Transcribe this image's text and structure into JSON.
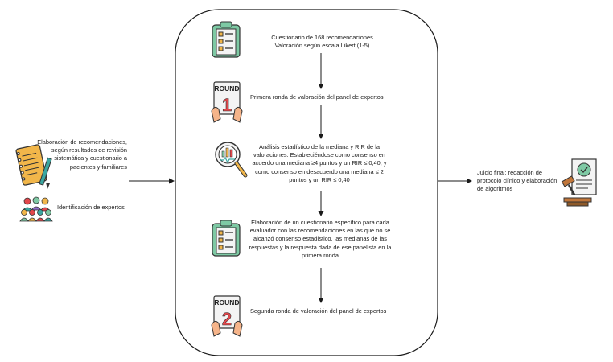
{
  "left": {
    "elaboration": "Elaboración de recomendaciones,\nsegún resultados de revisión\nsistemática y cuestionario a\npacientes y familiares",
    "experts": "Identificación de expertos"
  },
  "steps": {
    "questionnaire": "Cuestionario de 168 recomendaciones\nValoración según escala Likert (1-5)",
    "round1_badge": "ROUND",
    "round1_number": "1",
    "round1": "Primera ronda de valoración del panel de expertos",
    "analysis": "Análisis estadístico de la mediana y RIR de la\nvaloraciones. Estableciéndose como consenso en\nacuerdo una mediana ≥4 puntos y un RIR ≤ 0,40, y\ncomo consenso en desacuerdo una mediana ≤ 2\npuntos y un RIR ≤ 0,40",
    "specific": "Elaboración de un cuestionario específico para cada\nevaluador con las recomendaciones en las que no se\nalcanzó consenso estadístico, las medianas de las\nrespuestas y la respuesta dada de ese panelista en la\nprimera ronda",
    "round2_badge": "ROUND",
    "round2_number": "2",
    "round2": "Segunda ronda de valoración del panel de expertos"
  },
  "right": {
    "final": "Juicio final: redacción de\nprotocolo clínico y elaboración\nde algoritmos"
  },
  "colors": {
    "line": "#1a1a1a",
    "clipboard_green": "#7ec9a4",
    "paper": "#f4f4f4",
    "round_red": "#e2474b",
    "skin": "#f5b48a",
    "notebook": "#f1b64a",
    "teal": "#3aa6a0"
  }
}
